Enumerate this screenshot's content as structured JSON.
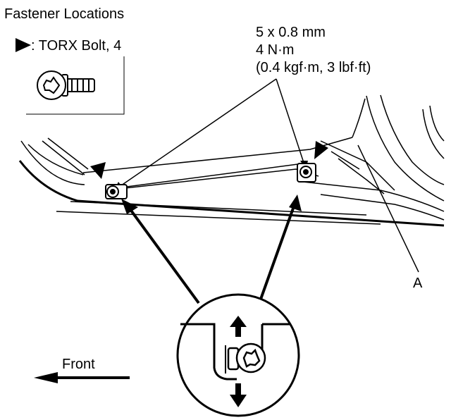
{
  "title": "Fastener Locations",
  "legend": {
    "symbol": "filled-triangle-marker",
    "text": ": TORX Bolt, 4"
  },
  "spec": {
    "line1": "5 x 0.8 mm",
    "line2": "4 N·m",
    "line3": "(0.4 kgf·m, 3 lbf·ft)"
  },
  "callout_label": "A",
  "direction_label": "Front",
  "icons": {
    "bolt": "torx-bolt-icon",
    "up": "arrow-up-icon",
    "down": "arrow-down-icon",
    "front": "arrow-left-icon"
  },
  "colors": {
    "ink": "#000000",
    "paper": "#ffffff"
  }
}
